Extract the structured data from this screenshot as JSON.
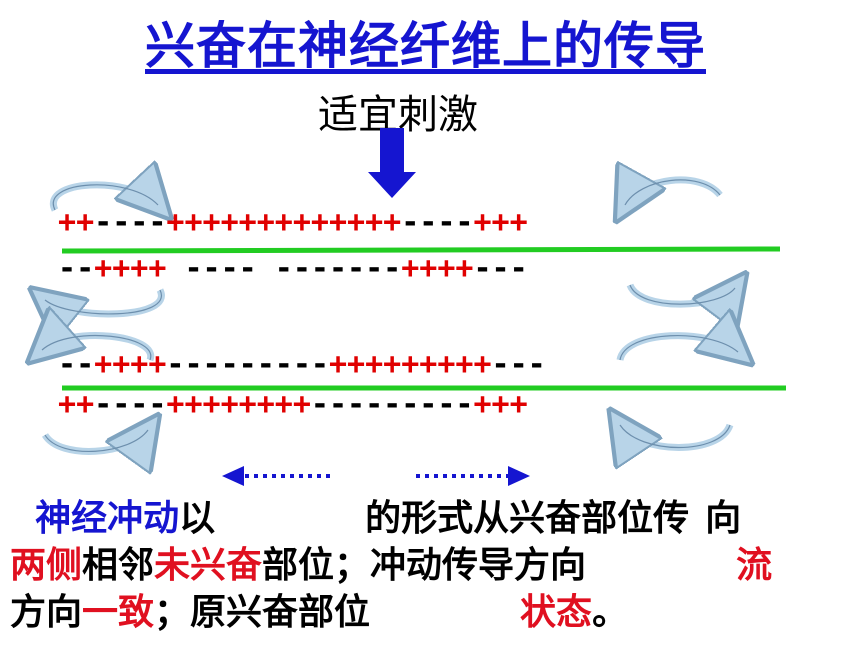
{
  "title": "兴奋在神经纤维上的传导",
  "stimulus_label": "适宜刺激",
  "fiber1": {
    "top_charges": "++----+++++++++++++----+++",
    "bottom_charges": "--++++ ---- -------++++---"
  },
  "fiber2": {
    "top_charges": "--++++---------+++++++++---",
    "bottom_charges": "++----++++++++---------+++"
  },
  "colors": {
    "title": "#1515d0",
    "positive": "#e00000",
    "membrane": "#22cc22",
    "arrow": "#1515d0",
    "highlight": "#e01020"
  },
  "paragraph": {
    "l1_a": "神经冲动",
    "l1_b": "以",
    "l1_c": "的形式从兴奋部位传",
    "l1_d": "向",
    "l2_a": "两侧",
    "l2_b": "相邻",
    "l2_c": "未兴奋",
    "l2_d": "部位；冲动传导方向",
    "l2_e": "流",
    "l3_a": "方向",
    "l3_b": "一致",
    "l3_c": "；原兴奋部位",
    "l3_d": "状态",
    "l3_e": "。"
  }
}
